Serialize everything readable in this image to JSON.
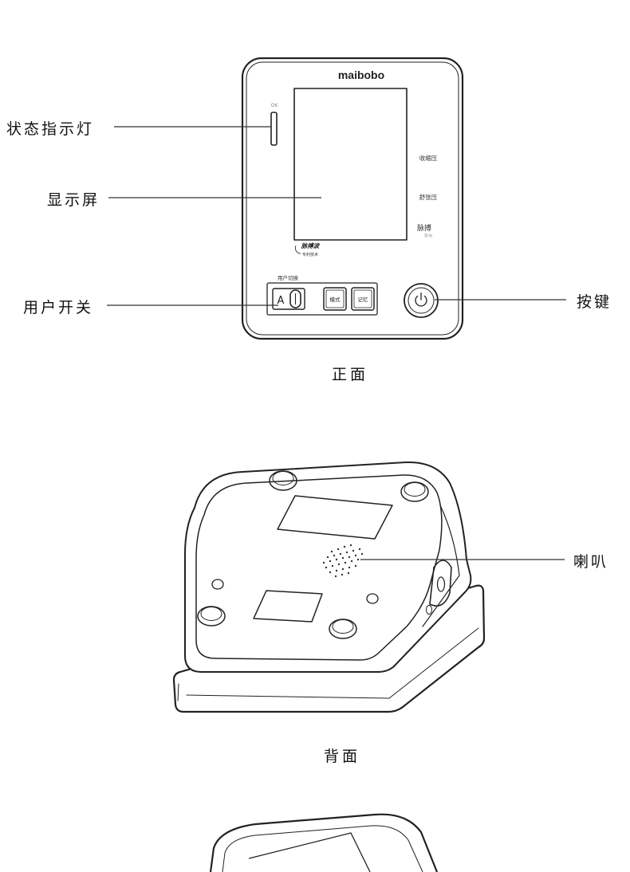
{
  "front": {
    "brand": "maibobo",
    "ok_text": "OK",
    "labels": {
      "status_light": "状态指示灯",
      "display": "显示屏",
      "user_switch": "用户开关",
      "button": "按键"
    },
    "screen_labels": {
      "systolic": "收缩压",
      "diastolic": "舒张压",
      "pulse": "脉搏",
      "pulse_unit": "次/分"
    },
    "badge_title": "脉搏波",
    "badge_subtitle": "专利技术",
    "user_switch_title": "用户切换",
    "user_switch_letter": "A",
    "mode_button": "模式",
    "memory_button": "记忆",
    "caption": "正面"
  },
  "back": {
    "labels": {
      "speaker": "喇叭"
    },
    "caption": "背面"
  }
}
